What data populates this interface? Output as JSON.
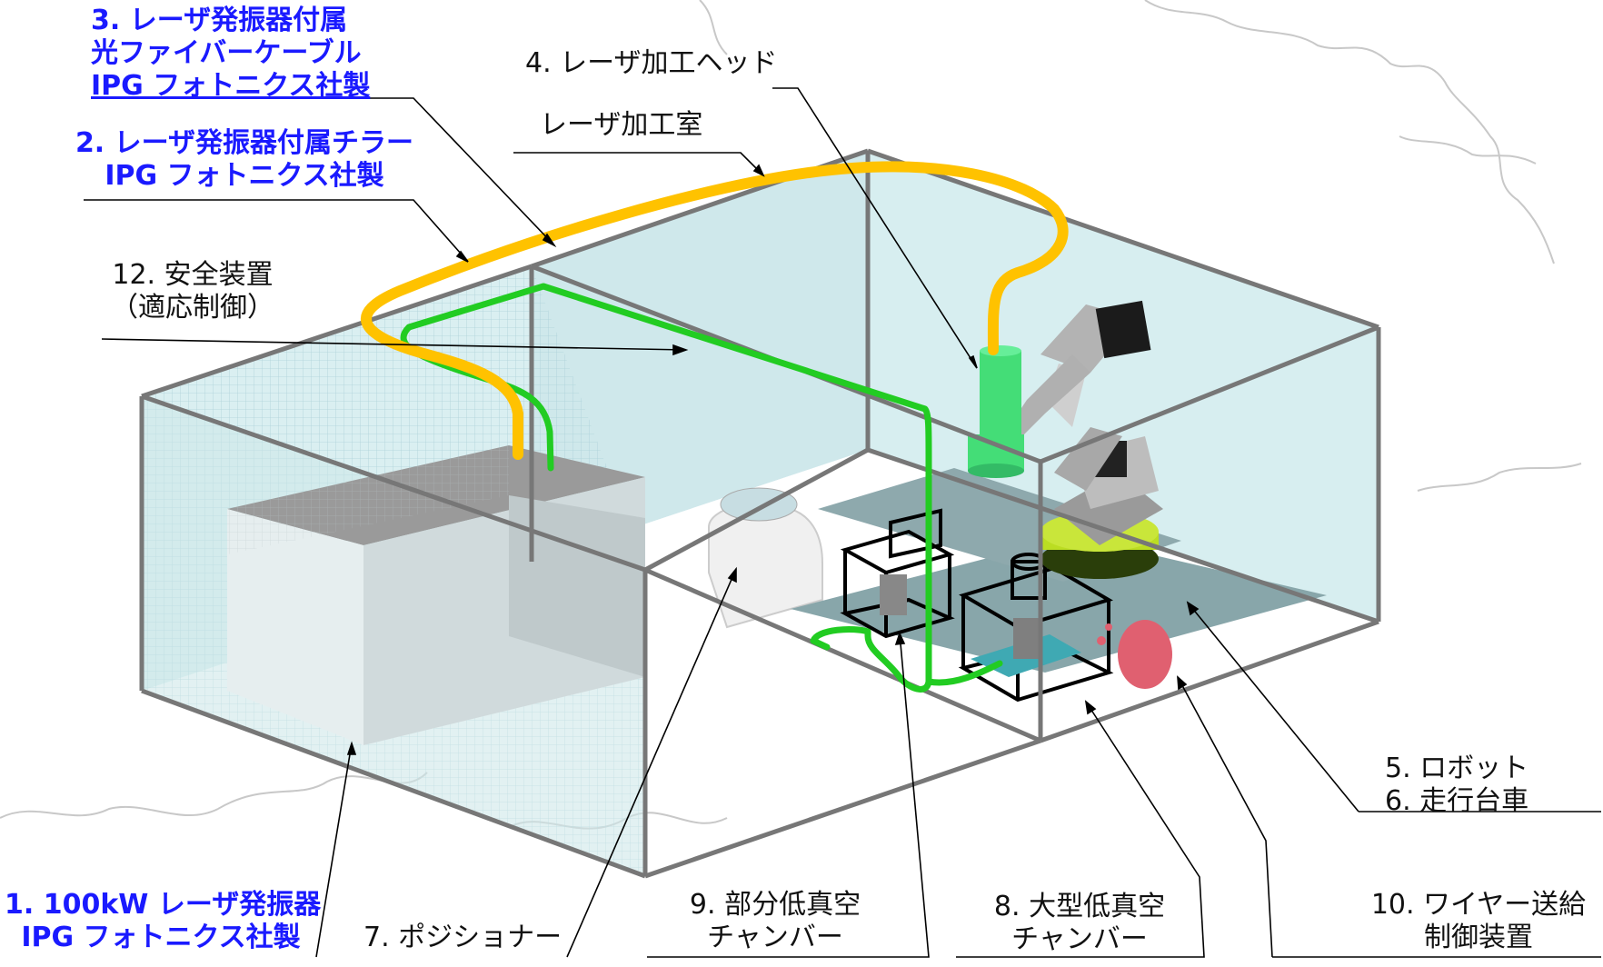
{
  "labels": {
    "fiber_cable": [
      "3. レーザ発振器付属",
      "光ファイバーケーブル",
      "IPG フォトニクス社製"
    ],
    "laser_head": "4. レーザ加工ヘッド",
    "laser_room": "レーザ加工室",
    "chiller": [
      "2. レーザ発振器付属チラー",
      "IPG フォトニクス社製"
    ],
    "safety": [
      "12. 安全装置",
      "（適応制御）"
    ],
    "robot": "5. ロボット",
    "carriage": "6. 走行台車",
    "oscillator": [
      "1. 100kW レーザ発振器",
      "IPG フォトニクス社製"
    ],
    "positioner": "7. ポジショナー",
    "partial_chamber": [
      "9. 部分低真空",
      "チャンバー"
    ],
    "large_chamber": [
      "8. 大型低真空",
      "チャンバー"
    ],
    "wire_feed": [
      "10. ワイヤー送給",
      "制御装置"
    ]
  },
  "colors": {
    "fiber": "#ffc200",
    "safety_line": "#22cc22",
    "label_blue": "#1a1aff",
    "room_glass": "#d4ecee",
    "frame": "#777777",
    "head": "#44dd77",
    "turntable": "#bbdd22",
    "wire_feeder": "#e06070"
  }
}
